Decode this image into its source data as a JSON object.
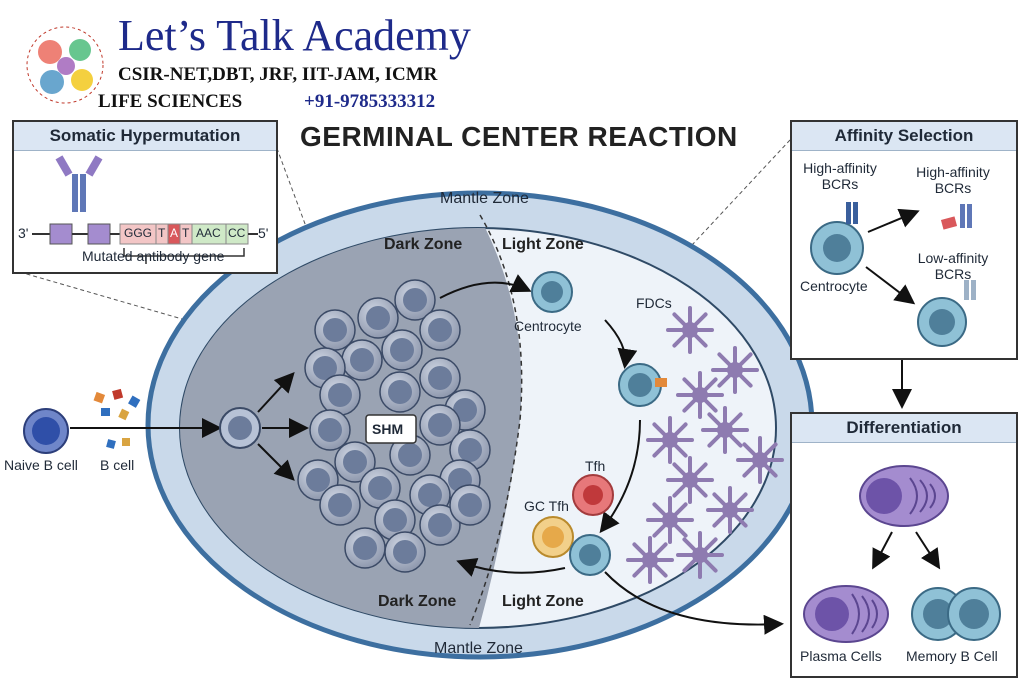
{
  "brand": {
    "title": "Let’s Talk Academy",
    "exams": "CSIR-NET,DBT, JRF, IIT-JAM, ICMR",
    "subject": "LIFE SCIENCES",
    "phone": "+91-9785333312"
  },
  "title": "GERMINAL CENTER REACTION",
  "somatic_panel": {
    "heading": "Somatic Hypermutation",
    "end_left": "3'",
    "end_right": "5'",
    "sequence": [
      "GGG",
      "T",
      "A",
      "T",
      "AAC",
      "CC"
    ],
    "caption": "Mutated antibody gene"
  },
  "affinity_panel": {
    "heading": "Affinity Selection",
    "high_left": [
      "High-affinity",
      "BCRs"
    ],
    "high_right": [
      "High-affinity",
      "BCRs"
    ],
    "low": [
      "Low-affinity",
      "BCRs"
    ],
    "centrocyte": "Centrocyte"
  },
  "differentiation_panel": {
    "heading": "Differentiation",
    "plasma": "Plasma Cells",
    "memory": "Memory B Cell"
  },
  "zones": {
    "mantle_top": "Mantle Zone",
    "mantle_bottom": "Mantle Zone",
    "dark_top": "Dark Zone",
    "light_top": "Light Zone",
    "dark_bottom": "Dark Zone",
    "light_bottom": "Light Zone"
  },
  "labels": {
    "naive": "Naive B cell",
    "bcell": "B cell",
    "shm": "SHM",
    "centrocyte": "Centrocyte",
    "fdcs": "FDCs",
    "tfh": "Tfh",
    "gc_tfh": "GC Tfh"
  },
  "colors": {
    "brand_blue": "#1e2a8a",
    "dark_zone": "#9aa3b3",
    "light_zone": "#eef3f9",
    "mantle": "#c9d9ea",
    "fdc": "#8e7bb0",
    "cell_blue": "#8fc1d6",
    "tfh_red": "#e7787a",
    "gc_tfh_yellow": "#f2d08a",
    "plasma_purple": "#8f79c3"
  }
}
